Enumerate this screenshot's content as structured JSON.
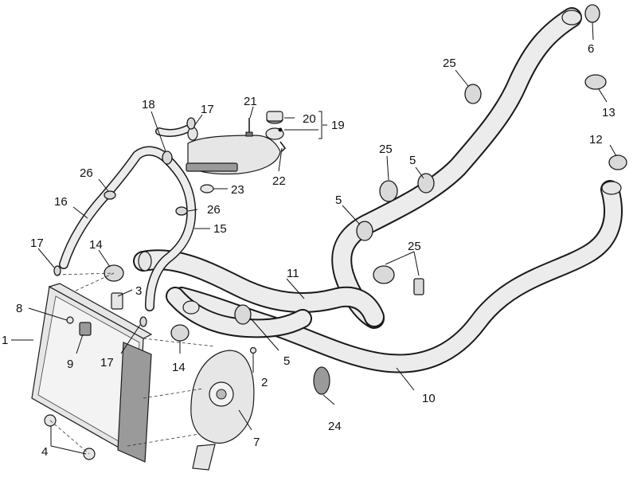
{
  "diagram": {
    "callouts": {
      "c1": "1",
      "c2": "2",
      "c3": "3",
      "c4": "4",
      "c5a": "5",
      "c5b": "5",
      "c5c": "5",
      "c6": "6",
      "c7": "7",
      "c8": "8",
      "c9": "9",
      "c10": "10",
      "c11": "11",
      "c12": "12",
      "c13": "13",
      "c14a": "14",
      "c14b": "14",
      "c15": "15",
      "c16": "16",
      "c17a": "17",
      "c17b": "17",
      "c17c": "17",
      "c18": "18",
      "c19": "19",
      "c20": "20",
      "c21": "21",
      "c22": "22",
      "c23": "23",
      "c24": "24",
      "c25a": "25",
      "c25b": "25",
      "c25c": "25",
      "c26a": "26",
      "c26b": "26"
    }
  }
}
